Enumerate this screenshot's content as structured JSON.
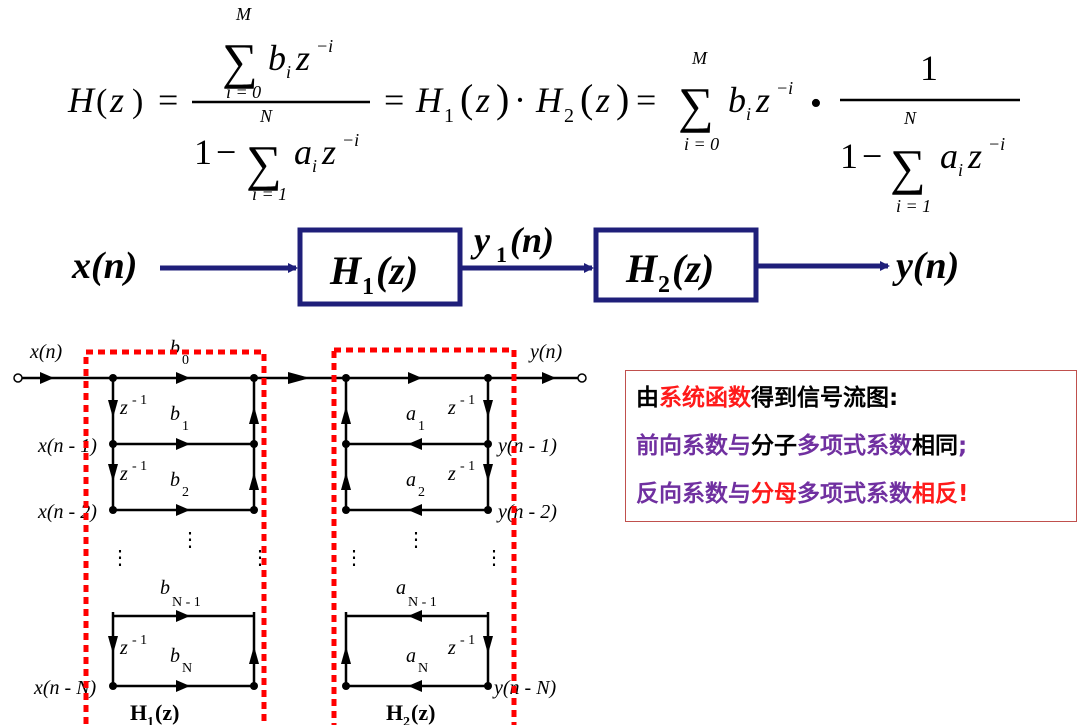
{
  "formula": {
    "lhs": "H",
    "var": "z",
    "sum": "∑",
    "M": "M",
    "N": "N",
    "i0": "i = 0",
    "i1": "i = 1",
    "b": "b",
    "a": "a",
    "sub_i": "i",
    "zpow": "z",
    "neg_i": "−i",
    "one": "1",
    "minus": "−",
    "eq": "=",
    "H1": "H",
    "sub1": "1",
    "H2": "H",
    "sub2": "2",
    "dot": "·",
    "bullet": "•"
  },
  "block_diagram": {
    "input": "x(n)",
    "mid_label_y": "y",
    "mid_label_sub": "1",
    "mid_label_n": "(n)",
    "output": "y(n)",
    "block1_H": "H",
    "block1_sub": "1",
    "block1_arg": "(z)",
    "block2_H": "H",
    "block2_sub": "2",
    "block2_arg": "(z)",
    "color": "#1f1f7a"
  },
  "flow_graph": {
    "x_n": "x(n)",
    "y_n": "y(n)",
    "x_n1": "x(n - 1)",
    "x_n2": "x(n - 2)",
    "x_nN": "x(n - N)",
    "y_n1": "y(n - 1)",
    "y_n2": "y(n - 2)",
    "y_nN": "y(n - N)",
    "b0": "b",
    "b0_sub": "0",
    "b1": "b",
    "b1_sub": "1",
    "b2": "b",
    "b2_sub": "2",
    "bN1": "b",
    "bN1_sub": "N - 1",
    "bN": "b",
    "bN_sub": "N",
    "a1": "a",
    "a1_sub": "1",
    "a2": "a",
    "a2_sub": "2",
    "aN1": "a",
    "aN1_sub": "N - 1",
    "aN": "a",
    "aN_sub": "N",
    "zinv": "z",
    "zinv_pow": "- 1",
    "vdots": "⋮",
    "H1_caption": "H",
    "H1_caption_sub": "1",
    "H1_caption_arg": "(z)",
    "H2_caption": "H",
    "H2_caption_sub": "2",
    "H2_caption_arg": "(z)",
    "dash_color": "#ff0000"
  },
  "note": {
    "line1": [
      {
        "text": "由",
        "color": "blk"
      },
      {
        "text": "系统函数",
        "color": "red"
      },
      {
        "text": "得到信号流图:",
        "color": "blk"
      }
    ],
    "line2": [
      {
        "text": "前向系数与",
        "color": "pur"
      },
      {
        "text": "分子",
        "color": "blk"
      },
      {
        "text": "多项式系数",
        "color": "pur"
      },
      {
        "text": "相同",
        "color": "blk"
      },
      {
        "text": ";",
        "color": "pur"
      }
    ],
    "line3": [
      {
        "text": "反向系数与",
        "color": "pur"
      },
      {
        "text": "分母",
        "color": "red"
      },
      {
        "text": "多项式系数",
        "color": "pur"
      },
      {
        "text": "相反",
        "color": "red"
      },
      {
        "text": "!",
        "color": "red"
      }
    ]
  }
}
